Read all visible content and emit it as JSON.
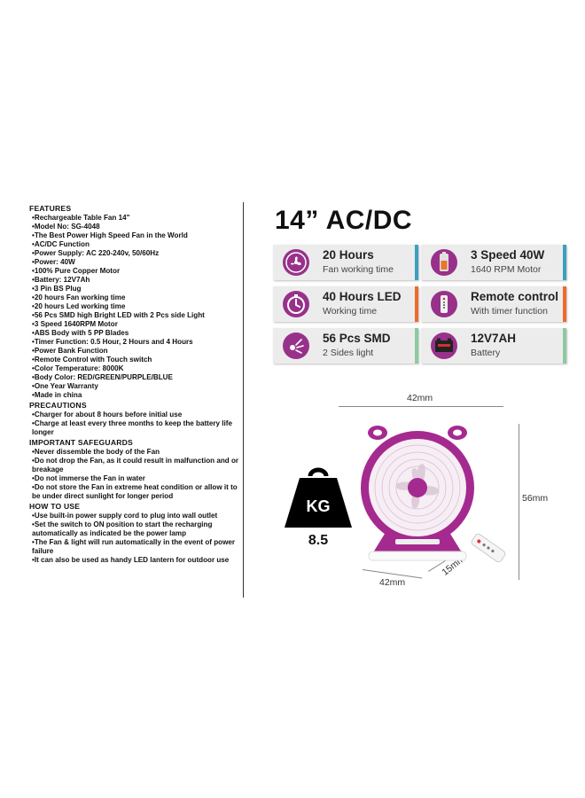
{
  "features": {
    "heading": "FEATURES",
    "items": [
      "Rechargeable Table Fan 14\"",
      "Model No: SG-4048",
      "The Best Power High Speed Fan in the World",
      "AC/DC Function",
      "Power Supply: AC 220-240v, 50/60Hz",
      "Power: 40W",
      "100% Pure Copper Motor",
      "Battery: 12V7Ah",
      "3 Pin BS Plug",
      "20 hours Fan working time",
      "20 hours Led working time",
      "56 Pcs SMD high Bright LED with 2 Pcs side Light",
      "3 Speed 1640RPM Motor",
      "ABS Body with  5 PP Blades",
      "Timer Function: 0.5 Hour, 2 Hours and 4 Hours",
      "Power Bank Function",
      "Remote Control with Touch switch",
      "Color Temperature: 8000K",
      "Body Color: RED/GREEN/PURPLE/BLUE",
      "One Year Warranty",
      "Made in china"
    ]
  },
  "precautions": {
    "heading": "PRECAUTIONS",
    "items": [
      "Charger for about 8 hours before initial use",
      "Charge at least every three months to keep the battery life longer"
    ]
  },
  "safeguards": {
    "heading": "IMPORTANT SAFEGUARDS",
    "items": [
      "Never dissemble the body of the Fan",
      "Do not drop the Fan, as it could result in malfunction and or breakage",
      "Do not immerse the Fan in water",
      "Do not store the Fan in extreme heat condition or allow it to be under direct sunlight for longer period"
    ]
  },
  "howto": {
    "heading": "HOW TO USE",
    "items": [
      "Use built-in power supply cord to  plug into wall outlet",
      "Set the switch to ON position to start the recharging automatically as indicated be the power lamp",
      "The Fan & light will run automatically in the event of power failure",
      "It can also be used as handy LED lantern for outdoor use"
    ]
  },
  "title": "14” AC/DC",
  "cards": [
    {
      "icon": "fan-icon",
      "color": "#3d9fbf",
      "line1": "20 Hours",
      "line2": "Fan working time"
    },
    {
      "icon": "battery-icon",
      "color": "#3d9fbf",
      "line1": "3 Speed 40W",
      "line2": "1640 RPM Motor"
    },
    {
      "icon": "timer-icon",
      "color": "#ee6a2c",
      "line1": "40 Hours LED",
      "line2": "Working time"
    },
    {
      "icon": "remote-icon",
      "color": "#ee6a2c",
      "line1": "Remote control",
      "line2": "With timer function"
    },
    {
      "icon": "led-icon",
      "color": "#8ccaa0",
      "line1": "56 Pcs SMD",
      "line2": "2 Sides light"
    },
    {
      "icon": "battery-pack-icon",
      "color": "#8ccaa0",
      "line1": "12V7AH",
      "line2": "Battery"
    }
  ],
  "dimensions": {
    "top": "42mm",
    "right": "56mm",
    "bottom": "42mm",
    "depth": "15mm"
  },
  "weight": {
    "badge": "KG",
    "value": "8.5"
  },
  "colors": {
    "purple": "#a52a8f",
    "icon_bg": "#98318a"
  }
}
